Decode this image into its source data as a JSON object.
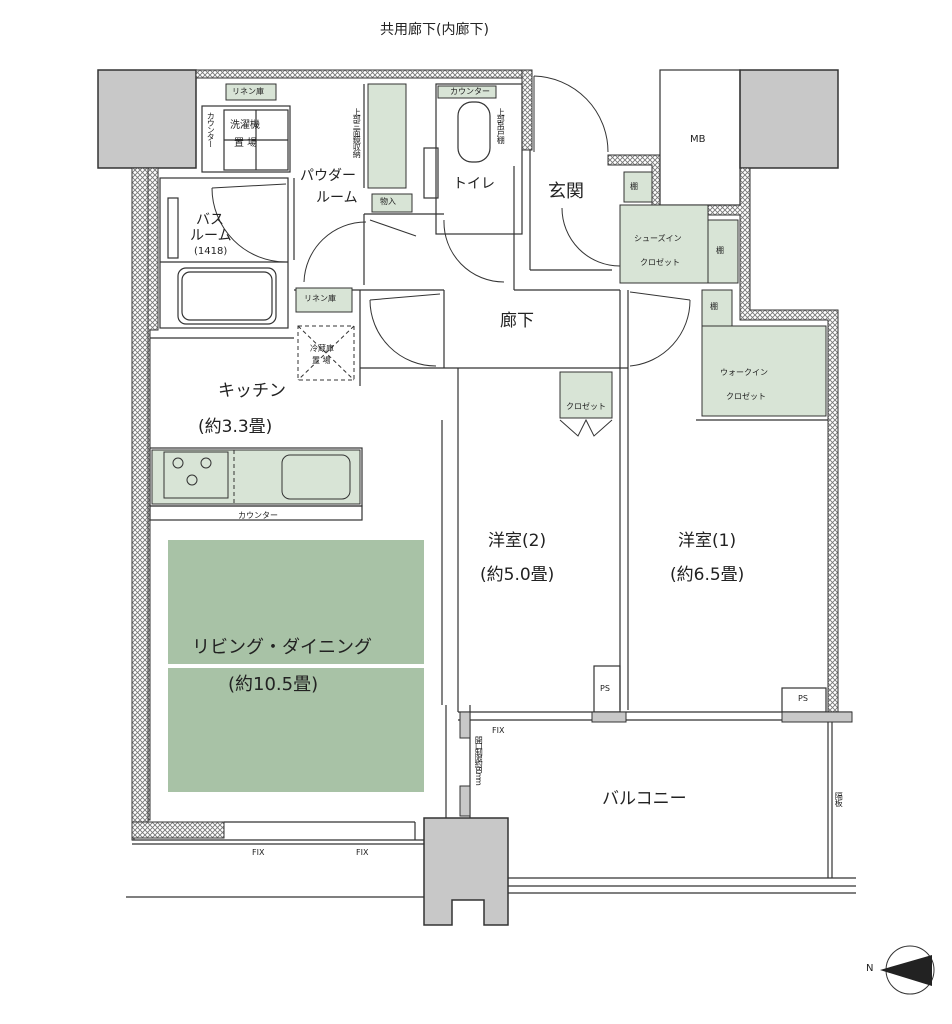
{
  "title": "共用廊下(内廊下)",
  "colors": {
    "wall_hatch": "#888888",
    "pillar": "#c8c8c8",
    "storage_fill": "#d8e4d6",
    "living_fill": "#a8c2a6",
    "line": "#333333"
  },
  "rooms": {
    "living": {
      "name": "リビング・ダイニング",
      "size": "(約10.5畳)"
    },
    "kitchen": {
      "name": "キッチン",
      "size": "(約3.3畳)"
    },
    "bedroom1": {
      "name": "洋室(1)",
      "size": "(約6.5畳)"
    },
    "bedroom2": {
      "name": "洋室(2)",
      "size": "(約5.0畳)"
    },
    "entrance": {
      "name": "玄関"
    },
    "hallway": {
      "name": "廊下"
    },
    "toilet": {
      "name": "トイレ"
    },
    "powder": {
      "name": "パウダールーム",
      "line1": "パウダー",
      "line2": "ルーム"
    },
    "bath": {
      "line1": "バス",
      "line2": "ルーム",
      "size": "(1418)"
    },
    "balcony": {
      "name": "バルコニー"
    }
  },
  "storage": {
    "linen_top": "リネン庫",
    "linen_bottom": "リネン庫",
    "counter_laundry": "カウンター",
    "laundry": {
      "line1": "洗濯機",
      "line2": "置 場"
    },
    "mirror_storage": "上部三面鏡収納",
    "storage_in": "物入",
    "toilet_counter": "カウンター",
    "toilet_cabinet": "上部吊戸棚",
    "shelf": "棚",
    "shoes_closet": {
      "line1": "シューズイン",
      "line2": "クロゼット"
    },
    "walkin_closet": {
      "line1": "ウォークイン",
      "line2": "クロゼット"
    },
    "closet": "クロゼット",
    "fridge": {
      "line1": "冷蔵庫",
      "line2": "置 場"
    },
    "kitchen_counter": "カウンター",
    "mb": "MB",
    "ps": "PS"
  },
  "annotations": {
    "fix": "FIX",
    "opening_limit": "開口制限約60mm",
    "partition": "隔板"
  },
  "compass": {
    "label": "N"
  }
}
